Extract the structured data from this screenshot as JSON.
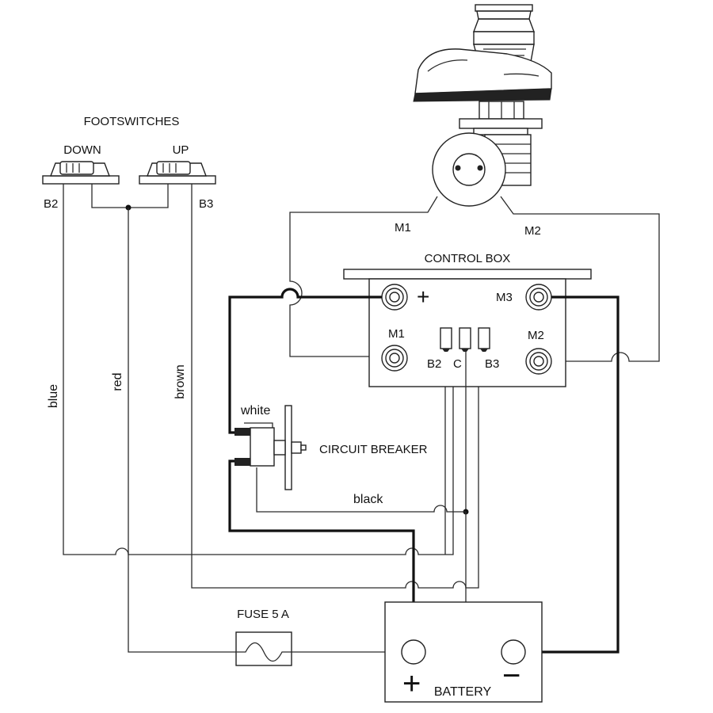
{
  "labels": {
    "footswitches": "FOOTSWITCHES",
    "down": "DOWN",
    "up": "UP",
    "b2_left": "B2",
    "b3_left": "B3",
    "motor_m1": "M1",
    "motor_m2": "M2",
    "control_box": "CONTROL BOX",
    "plus_terminal": "+",
    "m3": "M3",
    "box_m1": "M1",
    "box_m2": "M2",
    "box_b2": "B2",
    "box_c": "C",
    "box_b3": "B3",
    "wire_blue": "blue",
    "wire_red": "red",
    "wire_brown": "brown",
    "wire_white": "white",
    "circuit_breaker": "CIRCUIT BREAKER",
    "wire_black": "black",
    "fuse": "FUSE 5 A",
    "battery": "BATTERY",
    "battery_plus": "+",
    "battery_minus": "−"
  },
  "icons": [
    "windlass-icon",
    "footswitch-down-icon",
    "footswitch-up-icon",
    "circuit-breaker-icon",
    "fuse-icon",
    "battery-icon"
  ]
}
